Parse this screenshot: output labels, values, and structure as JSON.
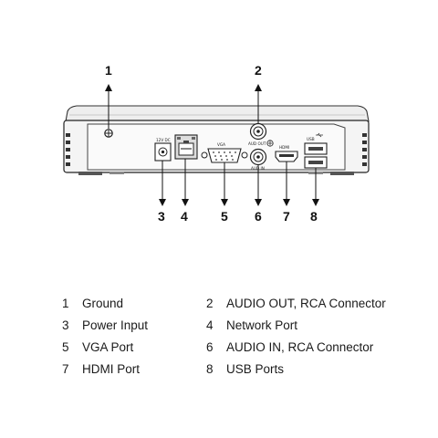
{
  "device": {
    "port_labels": {
      "power": "12V DC",
      "vga": "VGA",
      "hdmi": "HDMI",
      "audio_out": "AUD OUT",
      "audio_in": "AUD IN",
      "usb": "USB"
    }
  },
  "callouts": [
    {
      "number": "1",
      "name": "Ground"
    },
    {
      "number": "2",
      "name": "AUDIO OUT, RCA Connector"
    },
    {
      "number": "3",
      "name": "Power Input"
    },
    {
      "number": "4",
      "name": "Network Port"
    },
    {
      "number": "5",
      "name": "VGA Port"
    },
    {
      "number": "6",
      "name": "AUDIO IN, RCA Connector"
    },
    {
      "number": "7",
      "name": "HDMI Port"
    },
    {
      "number": "8",
      "name": "USB Ports"
    }
  ]
}
